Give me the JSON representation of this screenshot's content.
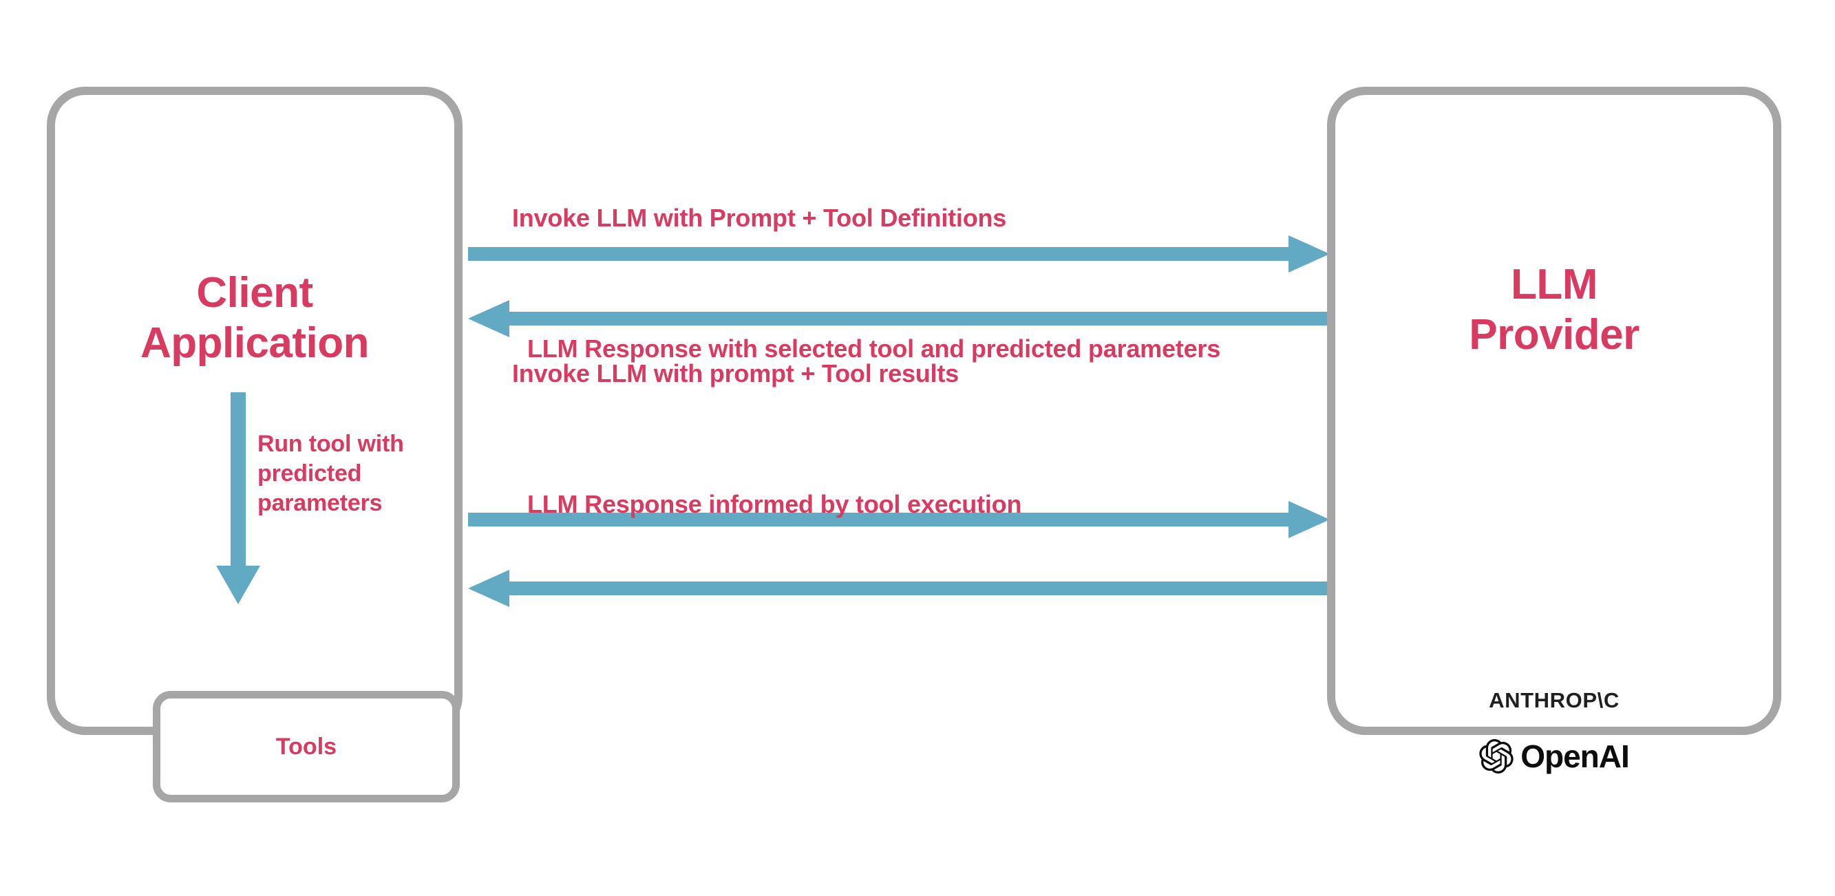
{
  "diagram": {
    "title": "LLM tool-calling sequence between client application and LLM provider",
    "colors": {
      "accent_text": "#d93a60",
      "arrow": "#62a9c3",
      "box_border": "#a6a6a6",
      "logo_text": "#1f1f1f",
      "background": "#ffffff"
    }
  },
  "client_panel": {
    "title": "Client\nApplication",
    "tools_box": {
      "label": "Tools"
    },
    "internal_arrow": {
      "label": "Run tool with\npredicted\nparameters",
      "direction": "down"
    }
  },
  "provider_panel": {
    "title": "LLM\nProvider",
    "brands": [
      {
        "name": "anthropic-logo",
        "wordmark": "ANTHROP\\C"
      },
      {
        "name": "openai-logo",
        "wordmark": "OpenAI"
      }
    ]
  },
  "messages": [
    {
      "id": "invoke-definitions",
      "label": "Invoke LLM with Prompt + Tool Definitions",
      "direction": "right",
      "from": "Client Application",
      "to": "LLM Provider",
      "order": 1
    },
    {
      "id": "response-selected",
      "label": "LLM Response with selected tool and predicted parameters",
      "direction": "left",
      "from": "LLM Provider",
      "to": "Client Application",
      "order": 2
    },
    {
      "id": "invoke-results",
      "label": "Invoke LLM with prompt + Tool results",
      "direction": "right",
      "from": "Client Application",
      "to": "LLM Provider",
      "order": 3
    },
    {
      "id": "response-informed",
      "label": "LLM Response informed by tool execution",
      "direction": "left",
      "from": "LLM Provider",
      "to": "Client Application",
      "order": 4
    }
  ]
}
